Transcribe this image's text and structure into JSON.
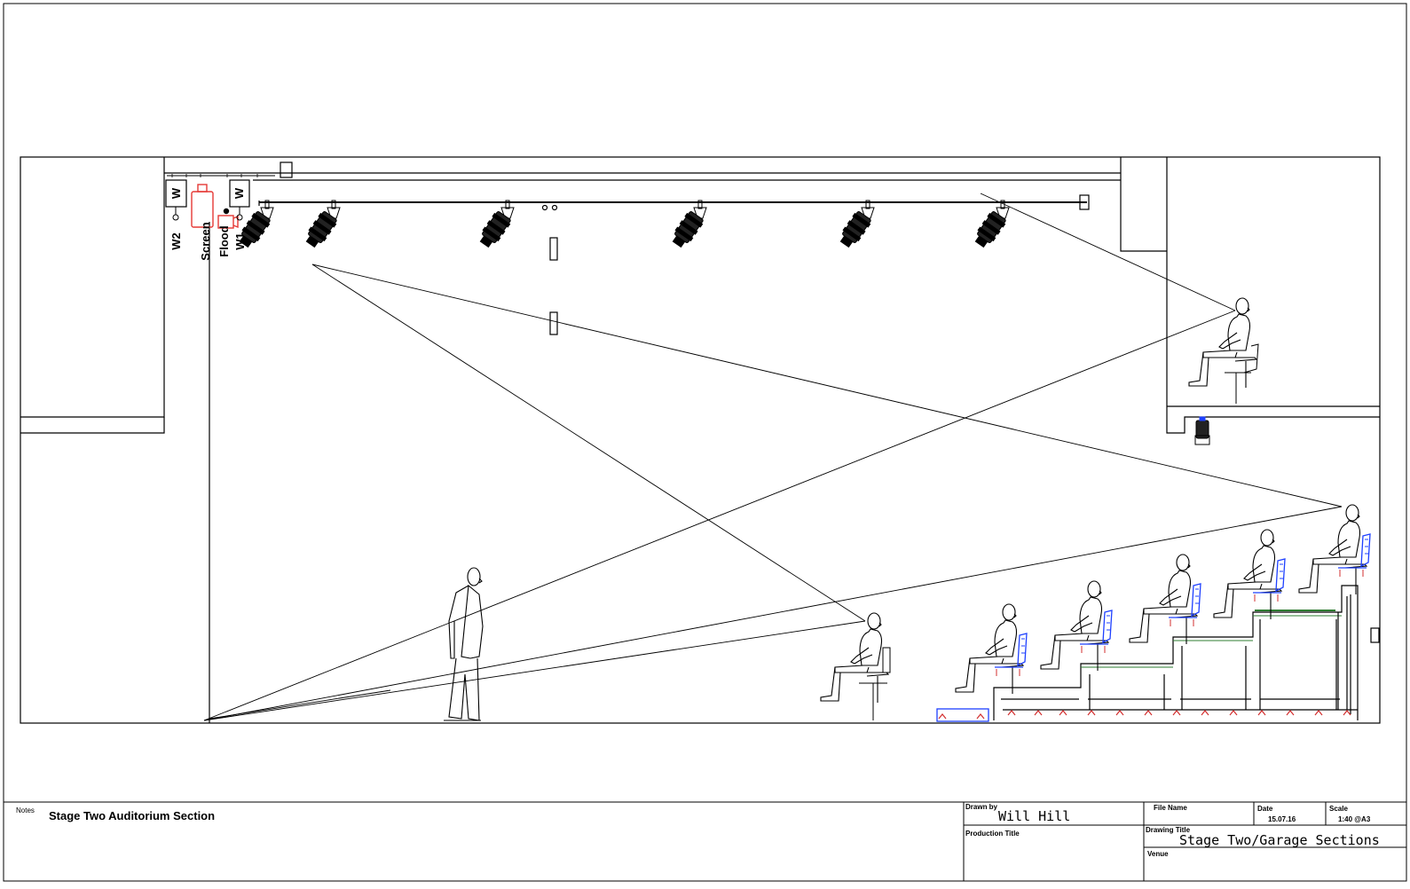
{
  "drawing": {
    "notes_label": "Notes",
    "notes_title": "Stage Two Auditorium Section",
    "bar_labels": {
      "w2": "W2",
      "screen": "Screen",
      "flood": "Flood",
      "w1": "W1",
      "w_left": "W",
      "w_right": "W"
    },
    "colors": {
      "line": "#000000",
      "screen_red": "#e53935",
      "seat_blue": "#1e40ff",
      "seat_red": "#d32f2f",
      "seat_green": "#2e7d32"
    },
    "counts": {
      "lanterns_on_bar": 6,
      "seated_people_on_rake": 5
    }
  },
  "title_block": {
    "drawn_by_label": "Drawn by",
    "drawn_by_value": "Will Hill",
    "production_title_label": "Production Title",
    "production_title_value": "",
    "file_name_label": "File Name",
    "file_name_value": "",
    "date_label": "Date",
    "date_value": "15.07.16",
    "scale_label": "Scale",
    "scale_value": "1:40 @A3",
    "drawing_title_label": "Drawing Title",
    "drawing_title_value": "Stage Two/Garage Sections",
    "venue_label": "Venue",
    "venue_value": ""
  }
}
